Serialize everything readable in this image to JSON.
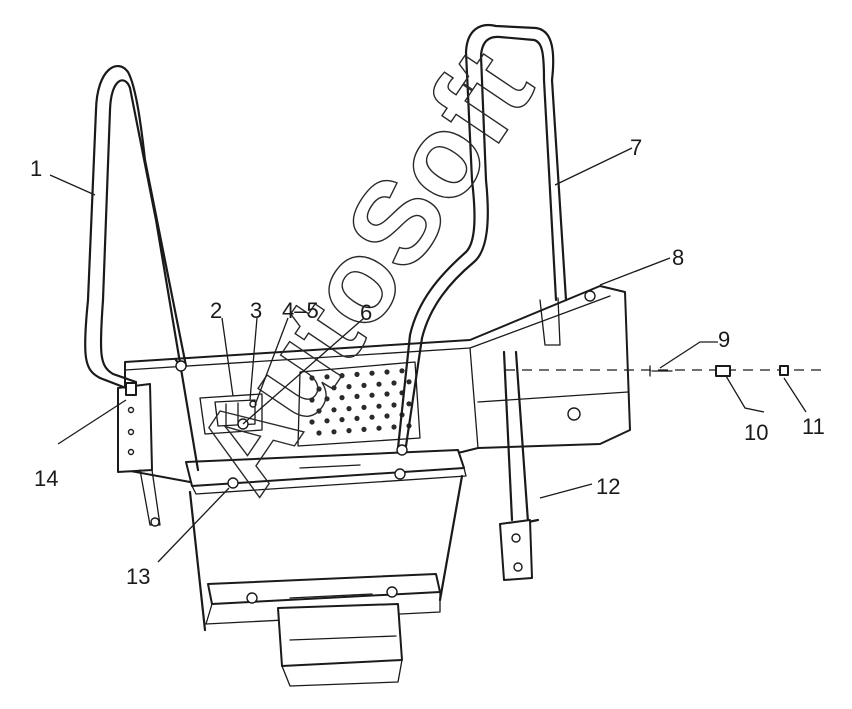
{
  "diagram": {
    "watermark": "AutoSoft",
    "callouts": [
      {
        "id": "c1",
        "label": "1"
      },
      {
        "id": "c2",
        "label": "2"
      },
      {
        "id": "c3",
        "label": "3"
      },
      {
        "id": "c4",
        "label": "4–5"
      },
      {
        "id": "c6",
        "label": "6"
      },
      {
        "id": "c7",
        "label": "7"
      },
      {
        "id": "c8",
        "label": "8"
      },
      {
        "id": "c9",
        "label": "9"
      },
      {
        "id": "c10",
        "label": "10"
      },
      {
        "id": "c11",
        "label": "11"
      },
      {
        "id": "c12",
        "label": "12"
      },
      {
        "id": "c13",
        "label": "13"
      },
      {
        "id": "c14",
        "label": "14"
      }
    ]
  },
  "colors": {
    "line": "#1a1a1a",
    "background": "#ffffff"
  }
}
